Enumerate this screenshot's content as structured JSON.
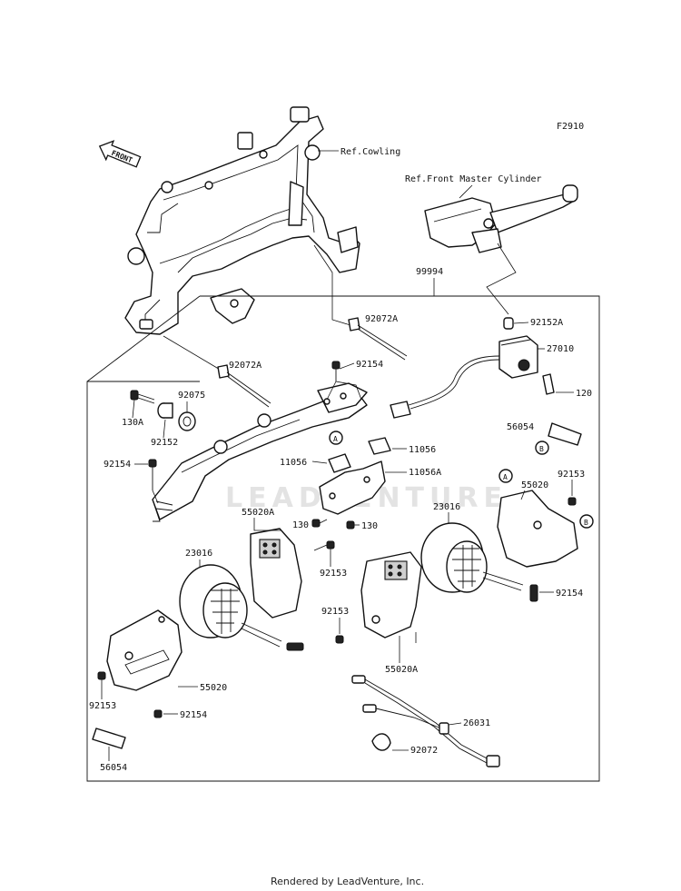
{
  "diagram_code": "F2910",
  "watermark": "LEADVENTURE",
  "footer": "Rendered by LeadVenture, Inc.",
  "front_arrow_label": "FRONT",
  "refs": {
    "cowling": "Ref.Cowling",
    "master_cylinder": "Ref.Front Master Cylinder"
  },
  "markers": {
    "a": "A",
    "b": "B"
  },
  "parts": {
    "p99994": "99994",
    "p92072A_top": "92072A",
    "p92152A": "92152A",
    "p27010": "27010",
    "p92072A_left": "92072A",
    "p92154_top": "92154",
    "p120": "120",
    "p92075": "92075",
    "p130A": "130A",
    "p92152": "92152",
    "p56054_right": "56054",
    "p11056_left": "11056",
    "p11056_right": "11056",
    "p92154_left": "92154",
    "p11056A": "11056A",
    "p55020_right": "55020",
    "p92153_right": "92153",
    "p23016_right": "23016",
    "p55020A_left": "55020A",
    "p130_left": "130",
    "p130_right": "130",
    "p23016_left": "23016",
    "p92153_mid": "92153",
    "p92154_right": "92154",
    "p92153_lower": "92153",
    "p55020A_bottom": "55020A",
    "p55020_left": "55020",
    "p92153_left": "92153",
    "p92154_bottom": "92154",
    "p26031": "26031",
    "p92072": "92072",
    "p56054_left": "56054"
  }
}
